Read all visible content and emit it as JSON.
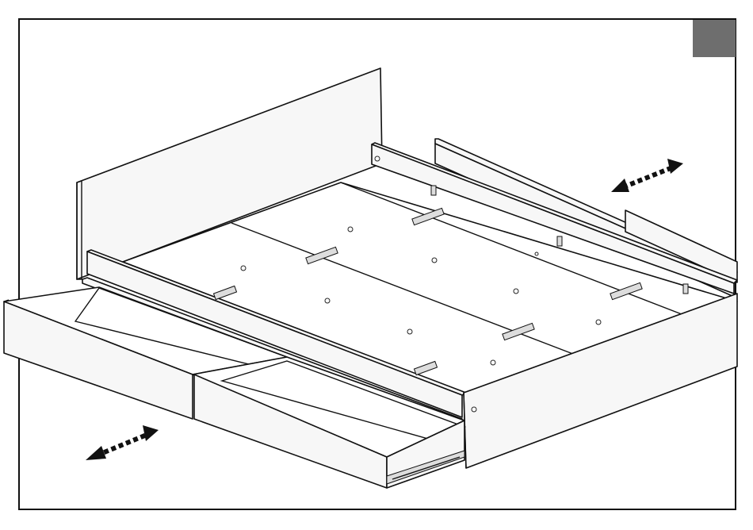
{
  "figure": {
    "accent_color": "#6e6e6e",
    "line_color": "#111111",
    "components": [
      "headboard",
      "slatted-base",
      "side-rail",
      "footboard",
      "storage-drawer-left",
      "storage-drawer-right",
      "drawer-runner",
      "hinge-bracket",
      "motion-arrow-drawer",
      "motion-arrow-rear"
    ]
  }
}
